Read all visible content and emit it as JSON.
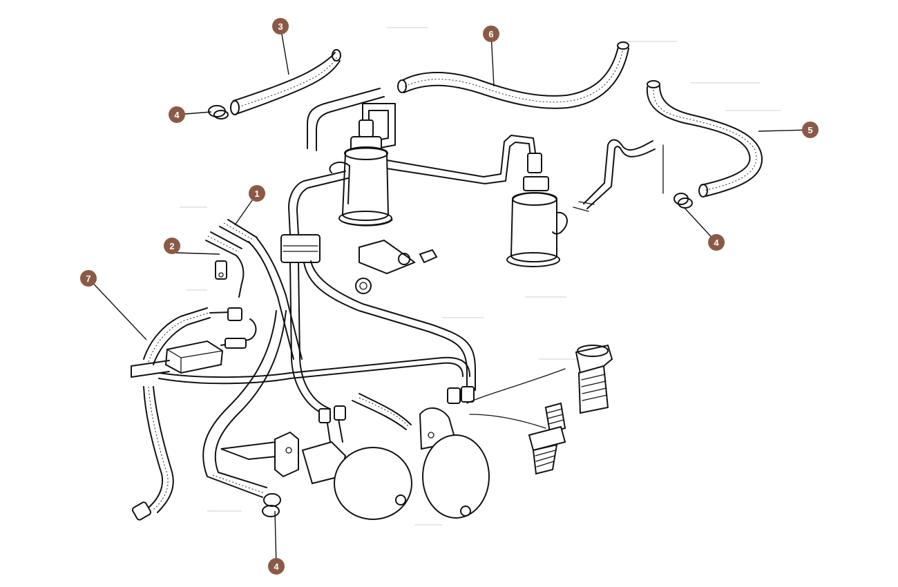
{
  "diagram": {
    "accent_color": "#8a5a46",
    "callouts": [
      {
        "id": "c3",
        "label": "3"
      },
      {
        "id": "c6",
        "label": "6"
      },
      {
        "id": "c4a",
        "label": "4"
      },
      {
        "id": "c5",
        "label": "5"
      },
      {
        "id": "c1",
        "label": "1"
      },
      {
        "id": "c2",
        "label": "2"
      },
      {
        "id": "c4b",
        "label": "4"
      },
      {
        "id": "c7",
        "label": "7"
      },
      {
        "id": "c4c",
        "label": "4"
      }
    ]
  }
}
